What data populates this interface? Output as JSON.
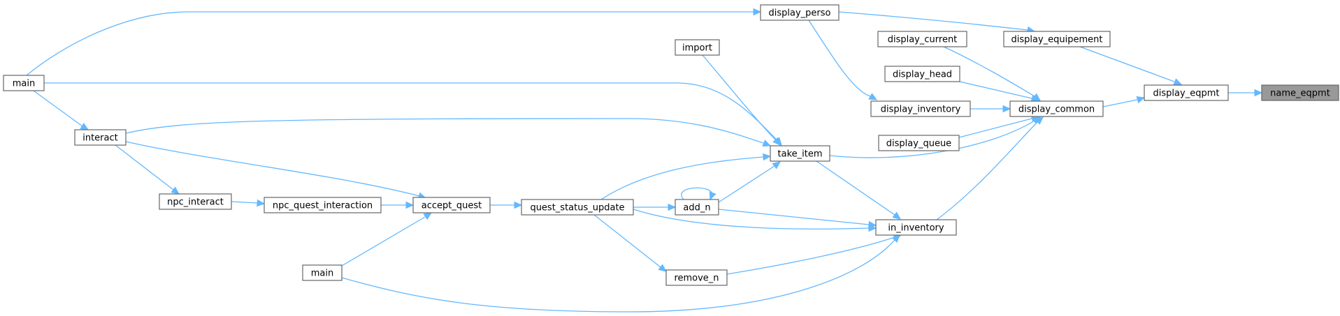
{
  "graph": {
    "colors": {
      "edge": "#63b8ff",
      "node_border": "#666666",
      "node_fill": "#ffffff",
      "highlight_fill": "#999999",
      "text": "#000000"
    },
    "nodes": [
      {
        "id": "name_eqpmt",
        "label": "name_eqpmt",
        "highlight": true
      },
      {
        "id": "display_eqpmt",
        "label": "display_eqpmt"
      },
      {
        "id": "display_equipement",
        "label": "display_equipement"
      },
      {
        "id": "display_common",
        "label": "display_common"
      },
      {
        "id": "display_perso",
        "label": "display_perso"
      },
      {
        "id": "display_current",
        "label": "display_current"
      },
      {
        "id": "display_head",
        "label": "display_head"
      },
      {
        "id": "display_inventory",
        "label": "display_inventory"
      },
      {
        "id": "display_queue",
        "label": "display_queue"
      },
      {
        "id": "import",
        "label": "import"
      },
      {
        "id": "take_item",
        "label": "take_item"
      },
      {
        "id": "in_inventory",
        "label": "in_inventory"
      },
      {
        "id": "add_n",
        "label": "add_n"
      },
      {
        "id": "remove_n",
        "label": "remove_n"
      },
      {
        "id": "quest_status_update",
        "label": "quest_status_update"
      },
      {
        "id": "accept_quest",
        "label": "accept_quest"
      },
      {
        "id": "npc_quest_interaction",
        "label": "npc_quest_interaction"
      },
      {
        "id": "npc_interact",
        "label": "npc_interact"
      },
      {
        "id": "interact",
        "label": "interact"
      },
      {
        "id": "main1",
        "label": "main"
      },
      {
        "id": "main2",
        "label": "main"
      }
    ]
  }
}
